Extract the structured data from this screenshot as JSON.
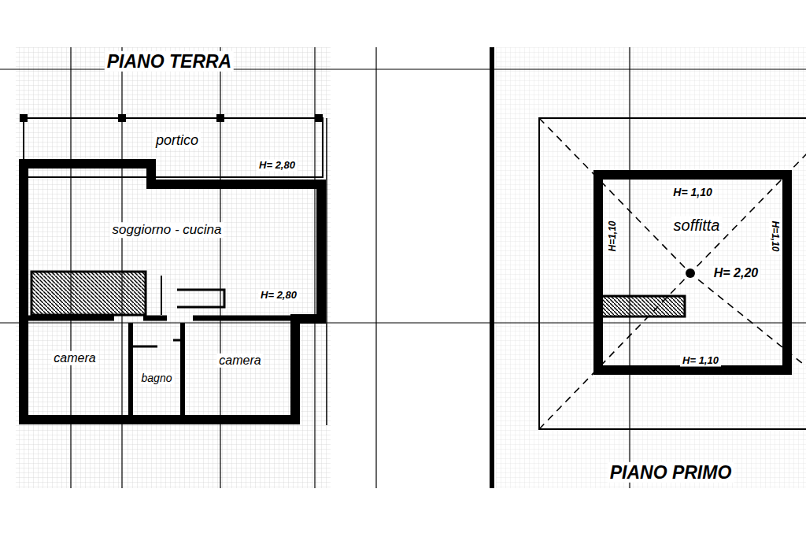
{
  "diagram": {
    "labels": [
      "PIANO TERRA",
      "portico",
      "H= 2,80",
      "soggiorno - cucina",
      "H= 2,80",
      "camera",
      "bagno",
      "camera",
      "H= 1,10",
      "soffitta",
      "H= 2,20",
      "H=1,10",
      "H=1,10",
      "H= 1,10",
      "PIANO PRIMO"
    ]
  }
}
